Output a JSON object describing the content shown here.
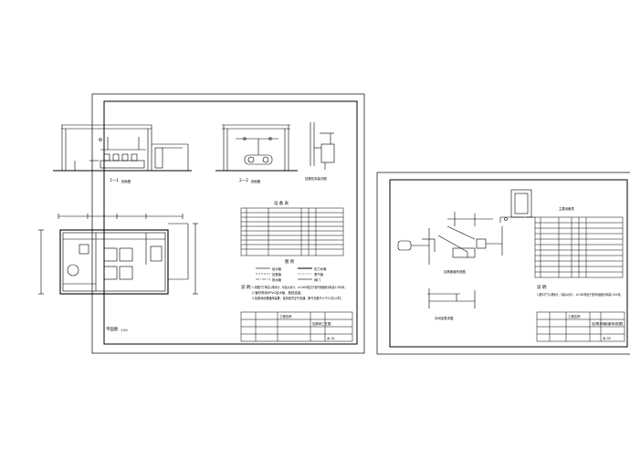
{
  "left_sheet": {
    "elevation_1_label": "1—1",
    "elevation_1_scale": "剖面图",
    "elevation_2_label": "2—2",
    "elevation_2_scale": "剖面图",
    "detail_label": "加氯机安装详图",
    "plan_label": "平面图",
    "plan_scale": "1:50",
    "schedule_title": "设 备 表",
    "legend_title": "图 例",
    "legend_items": [
      "给水管",
      "加氯管",
      "排水管",
      "压力水管",
      "氯气管",
      "阀门"
    ],
    "notes_label": "说 明:",
    "notes_lines": [
      "1.本图尺寸单位以毫米计，标高以米计，±0.000相当于室内地面绝对标高1.500米。",
      "2.管材采用UPVC给水管，胶粘连接。",
      "3.加氯间设置通风装置，保持室内空气流通，换气次数不少于12次/小时。"
    ],
    "title_block": {
      "project": "工程名称",
      "drawing_title": "加氯间工艺图",
      "drawing_no": "水-01"
    }
  },
  "right_sheet": {
    "iso_label": "加氯管道系统图",
    "detail_label": "中间加氯详图",
    "schedule_title": "主要设备表",
    "notes_label": "说 明:",
    "notes_lines": [
      "1.图中尺寸以毫米计，标高以米计，±0.000相当于室内地面绝对标高1.500米。"
    ],
    "title_block": {
      "project": "工程名称",
      "drawing_title": "加氯间管道系统图",
      "drawing_no": "水-02"
    }
  }
}
